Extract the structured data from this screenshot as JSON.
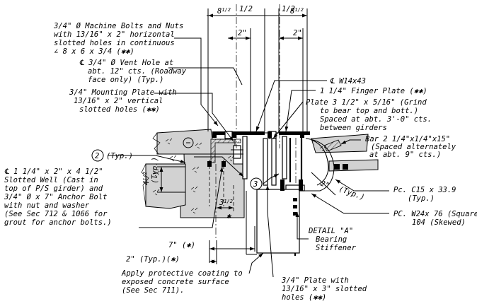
{
  "drawing": {
    "title": "Expansion joint finger plate detail",
    "dimensions": {
      "top_left_a": "8",
      "top_left_a_frac": "1/2",
      "top_left_b_frac": "1/2",
      "top_right_a_frac": "1/2",
      "top_right_b": "8",
      "top_right_b_frac": "1/2",
      "two_in_left": "2\"",
      "two_in_right": "2\"",
      "four_half": "4",
      "four_half_frac": "1/2",
      "typ_vertical": "(Typ.)",
      "three_half": "3",
      "three_half_frac": "1/2",
      "seven_in": "7\" (✱)",
      "two_in_bottom": "2\" (Typ.)(✱)",
      "two_in_typ_right": "2\"",
      "two_in_typ_right_paren": "(Typ.)"
    },
    "labels": {
      "machine_bolts": [
        "3/4\" Ø Machine Bolts and Nuts",
        "with 13/16\" x 2\" horizontal",
        "slotted holes in continuous",
        "∠ 8 x 6 x 3/4 (✱✱)"
      ],
      "vent_hole": [
        "℄ 3/4\" Ø Vent Hole at",
        "abt. 12\" cts. (Roadway",
        "face only) (Typ.)"
      ],
      "mounting_plate": [
        "3/4\" Mounting Plate with",
        "13/16\" x 2\" vertical",
        "slotted holes (✱✱)"
      ],
      "w14": "℄ W14x43",
      "finger_plate": "1 1/4\" Finger Plate (✱✱)",
      "plate_3": [
        "Plate 3 1/2\" x 5/16\" (Grind",
        "to bear top and bott.)",
        "Spaced at abt. 3'-0\" cts.",
        "between girders"
      ],
      "bar_2": [
        "Bar 2 1/4\"x1/4\"x15\"",
        "(Spaced alternately",
        "at abt. 9\" cts.)"
      ],
      "typ_2": "(Typ.)",
      "circle_2": "2",
      "circle_3": "3",
      "slotted_well": [
        "℄ 1 1/4\" x 2\" x 4 1/2\"",
        "Slotted Well (Cast in",
        "top of P/S girder) and",
        "3/4\" Ø x 7\" Anchor Bolt",
        "with nut and washer",
        "(See Sec 712 & 1066 for",
        "grout for anchor bolts.)"
      ],
      "pc_c15": "Pc. C15 x 33.9",
      "pc_c15_typ": "(Typ.)",
      "pc_w24": "PC. W24x 76 (Square)",
      "pc_w24_skewed": "104 (Skewed)",
      "detail_a": "DETAIL \"A\"",
      "bearing_stiffener": [
        "Bearing",
        "Stiffener"
      ],
      "coating": [
        "Apply protective coating to",
        "exposed concrete surface",
        "(See Sec 711)."
      ],
      "plate_34": [
        "3/4\" Plate with",
        "13/16\" x 3\" slotted",
        "holes (✱✱)"
      ]
    }
  }
}
